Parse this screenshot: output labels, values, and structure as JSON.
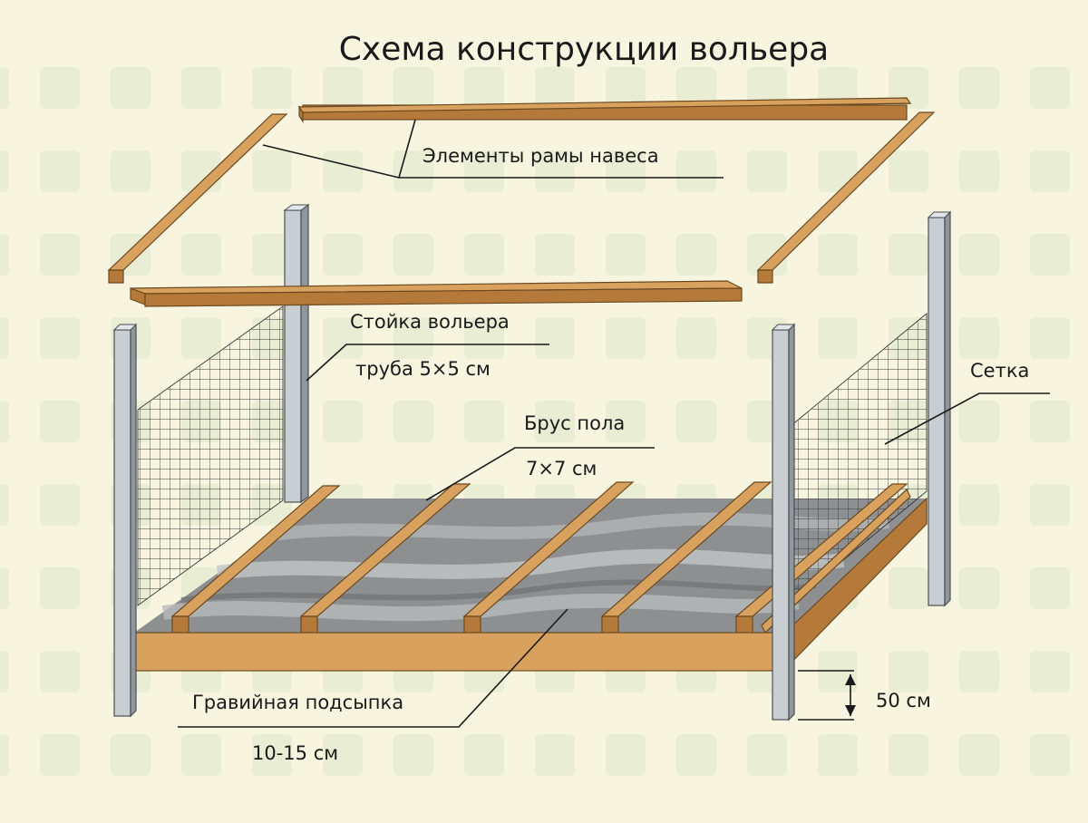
{
  "title": "Схема конструкции вольера",
  "labels": {
    "roof_frame": "Элементы рамы навеса",
    "post": "Стойка вольера",
    "post_size": "труба 5×5 см",
    "mesh": "Сетка",
    "floor_beam": "Брус пола",
    "floor_beam_size": "7×7 см",
    "gravel": "Гравийная подсыпка",
    "gravel_size": "10-15 см",
    "height_dim": "50 см"
  },
  "colors": {
    "background": "#f7f5df",
    "wood": "#d9a15e",
    "wood_dark": "#b57a3a",
    "metal": "#c9ced2",
    "gravel": "#8a8c8e"
  }
}
